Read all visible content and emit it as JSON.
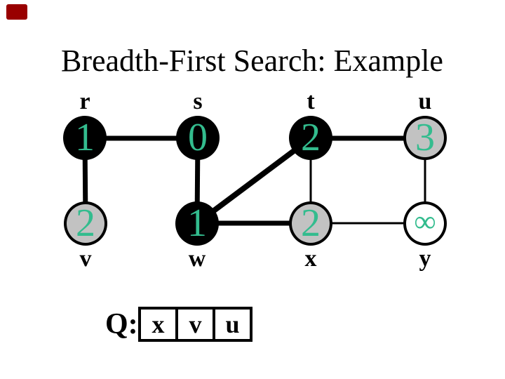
{
  "title": "Breadth-First Search: Example",
  "corner_mark": {
    "color": "#990000"
  },
  "colors": {
    "distance_text_green": "#33BC8E",
    "node_black": "#000000",
    "node_gray": "#C2C2C2",
    "node_white": "#FFFFFF",
    "edge_black": "#000000"
  },
  "graph": {
    "nodes": [
      {
        "id": "r",
        "label": "r",
        "distance": "1",
        "state": "black",
        "label_side": "above"
      },
      {
        "id": "s",
        "label": "s",
        "distance": "0",
        "state": "black",
        "label_side": "above"
      },
      {
        "id": "t",
        "label": "t",
        "distance": "2",
        "state": "black",
        "label_side": "above"
      },
      {
        "id": "u",
        "label": "u",
        "distance": "3",
        "state": "gray",
        "label_side": "above"
      },
      {
        "id": "v",
        "label": "v",
        "distance": "2",
        "state": "gray",
        "label_side": "below"
      },
      {
        "id": "w",
        "label": "w",
        "distance": "1",
        "state": "black",
        "label_side": "below"
      },
      {
        "id": "x",
        "label": "x",
        "distance": "2",
        "state": "gray",
        "label_side": "below"
      },
      {
        "id": "y",
        "label": "y",
        "distance": "∞",
        "state": "white",
        "label_side": "below"
      }
    ],
    "edges": [
      {
        "from": "r",
        "to": "s",
        "style": "thick"
      },
      {
        "from": "r",
        "to": "v",
        "style": "thick"
      },
      {
        "from": "s",
        "to": "w",
        "style": "thick"
      },
      {
        "from": "w",
        "to": "t",
        "style": "thick"
      },
      {
        "from": "w",
        "to": "x",
        "style": "thick"
      },
      {
        "from": "t",
        "to": "u",
        "style": "thick"
      },
      {
        "from": "t",
        "to": "x",
        "style": "thin"
      },
      {
        "from": "x",
        "to": "y",
        "style": "thin"
      },
      {
        "from": "u",
        "to": "y",
        "style": "thin"
      }
    ]
  },
  "queue": {
    "label": "Q:",
    "items": [
      "x",
      "v",
      "u"
    ]
  }
}
